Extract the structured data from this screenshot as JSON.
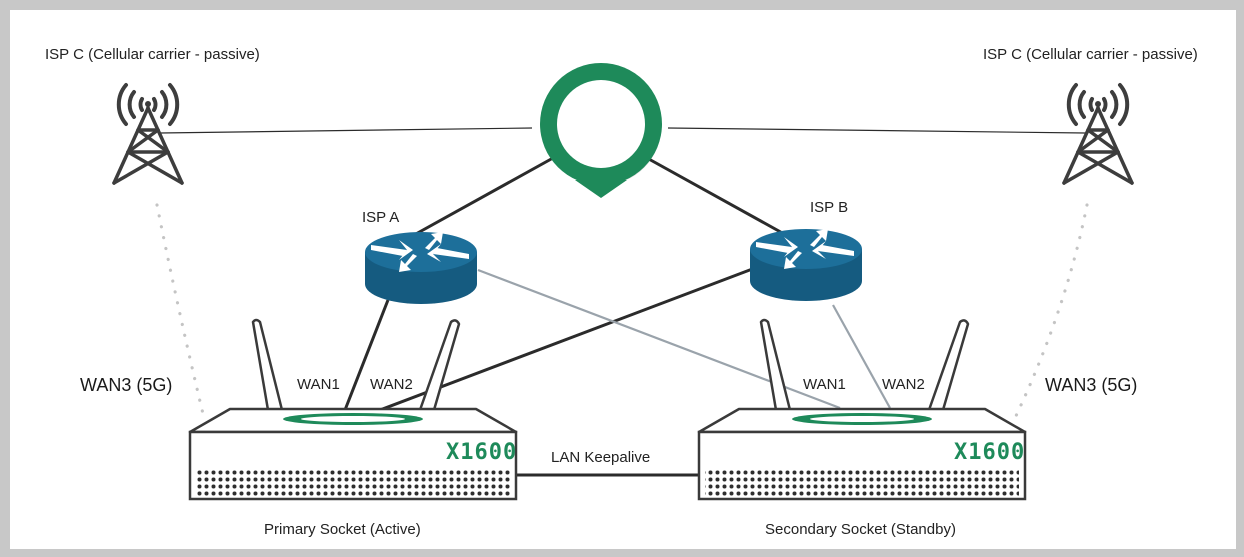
{
  "colors": {
    "brand_green": "#1e8a5a",
    "router_blue": "#1d6f9a",
    "link_dark": "#2b2b2b",
    "link_gray": "#9aa3ab"
  },
  "icons": {
    "cloud": "location-pin-icon",
    "isp_router": "router-icon",
    "cell_tower": "cell-tower-icon",
    "appliance": "sd-wan-appliance-icon"
  },
  "labels": {
    "isp_c_left": "ISP C (Cellular carrier - passive)",
    "isp_c_right": "ISP C (Cellular carrier - passive)",
    "isp_a": "ISP A",
    "isp_b": "ISP B",
    "wan3_left": "WAN3 (5G)",
    "wan3_right": "WAN3 (5G)",
    "primary_wan1": "WAN1",
    "primary_wan2": "WAN2",
    "secondary_wan1": "WAN1",
    "secondary_wan2": "WAN2",
    "lan_keepalive": "LAN Keepalive",
    "primary_model": "X1600",
    "secondary_model": "X1600",
    "primary_caption": "Primary Socket (Active)",
    "secondary_caption": "Secondary Socket (Standby)"
  }
}
